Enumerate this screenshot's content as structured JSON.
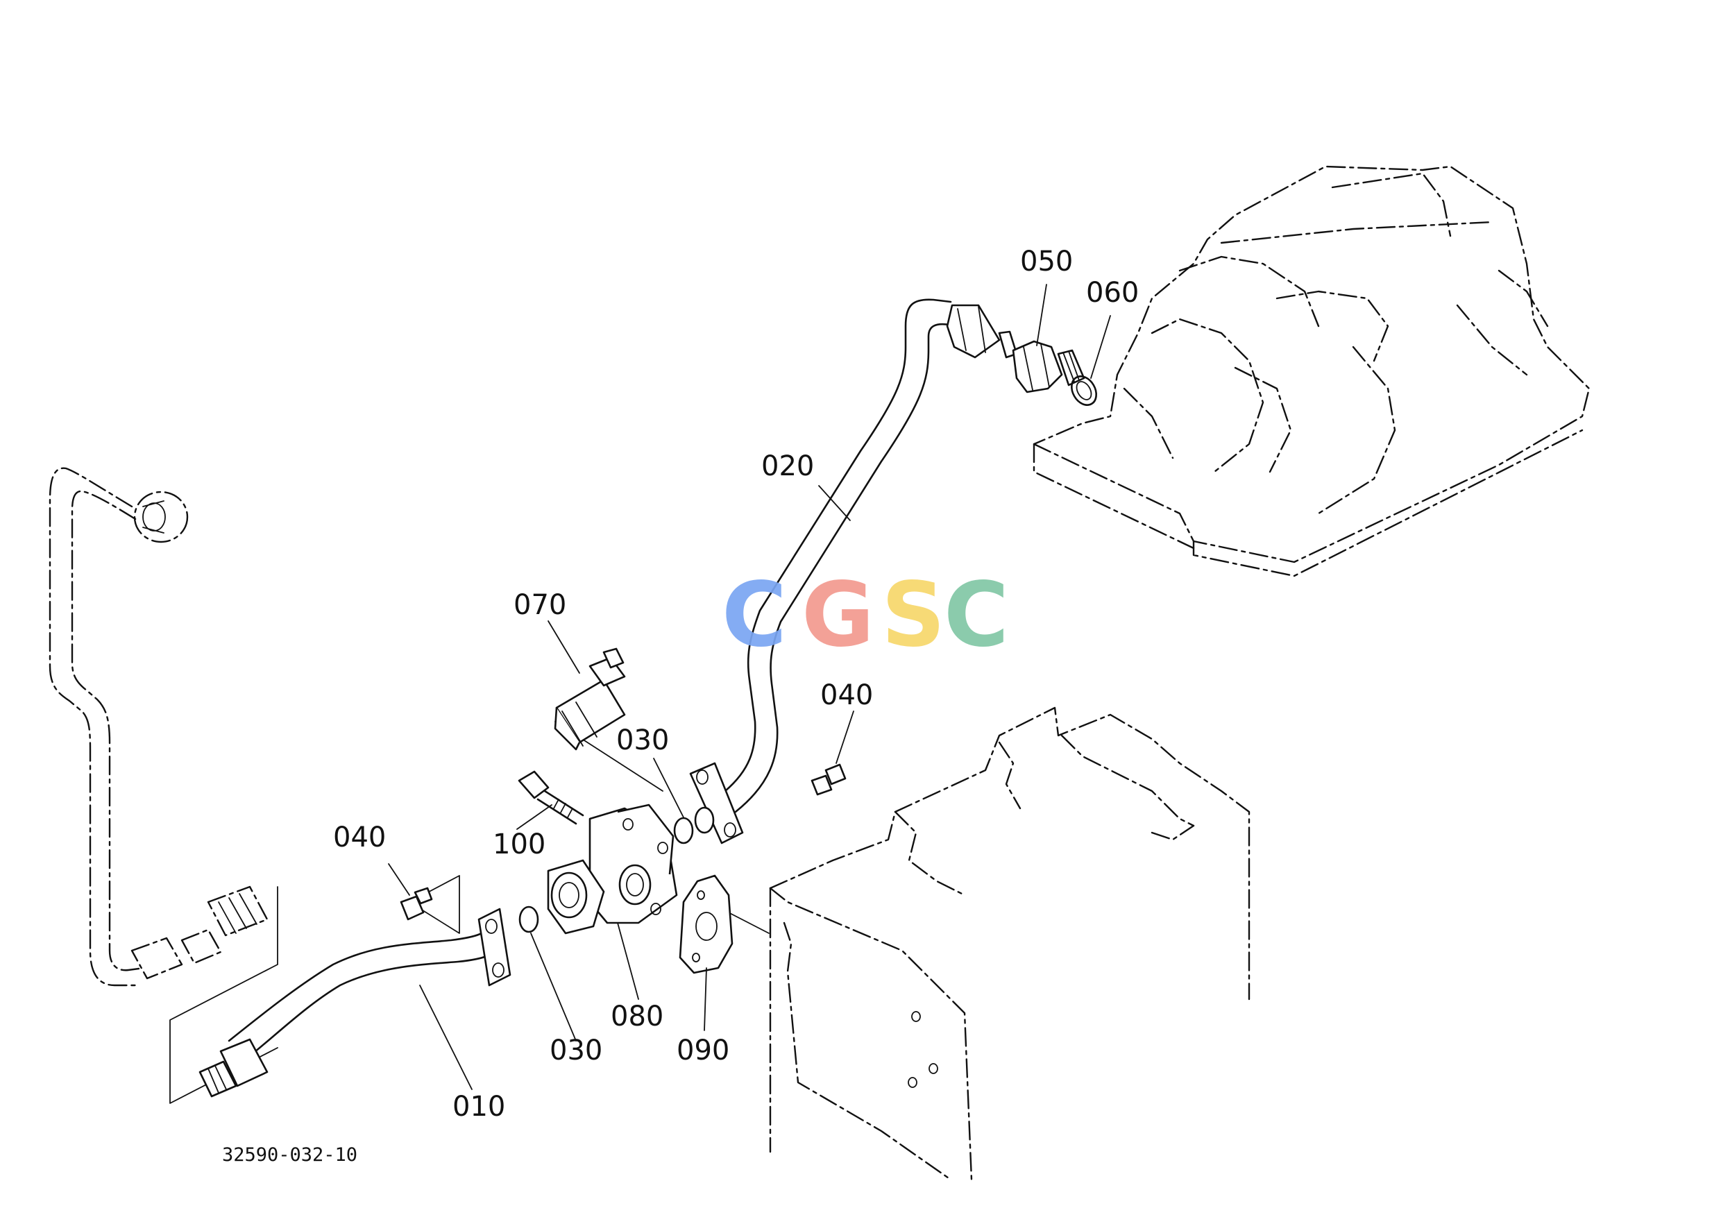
{
  "diagram": {
    "reference_code": "32590-032-10",
    "watermark": {
      "letters": [
        {
          "char": "C",
          "color": "#7aa5f2"
        },
        {
          "char": "G",
          "color": "#f29a8f"
        },
        {
          "char": "S",
          "color": "#f7d76b"
        },
        {
          "char": "C",
          "color": "#82c7a6"
        }
      ]
    },
    "callouts": [
      {
        "id": "c010",
        "label": "010"
      },
      {
        "id": "c020",
        "label": "020"
      },
      {
        "id": "c030a",
        "label": "030"
      },
      {
        "id": "c030b",
        "label": "030"
      },
      {
        "id": "c040a",
        "label": "040"
      },
      {
        "id": "c040b",
        "label": "040"
      },
      {
        "id": "c050",
        "label": "050"
      },
      {
        "id": "c060",
        "label": "060"
      },
      {
        "id": "c070",
        "label": "070"
      },
      {
        "id": "c080",
        "label": "080"
      },
      {
        "id": "c090",
        "label": "090"
      },
      {
        "id": "c100",
        "label": "100"
      }
    ]
  }
}
